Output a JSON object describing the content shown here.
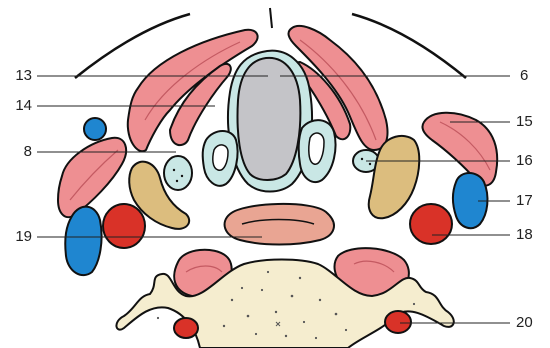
{
  "labels": {
    "l13": "13",
    "l14": "14",
    "l8": "8",
    "l19": "19",
    "l6": "6",
    "l15": "15",
    "l16": "16",
    "l17": "17",
    "l18": "18",
    "l20": "20"
  },
  "colors": {
    "muscle": "#ee8f92",
    "muscle_dark": "#c45a62",
    "cartilage": "#c9e7e5",
    "airway_lumen": "#c4c4c8",
    "thyroid": "#dcbd7e",
    "artery": "#d93228",
    "vein": "#1f86d0",
    "bone": "#f5edcf",
    "esophagus": "#e9a593",
    "outline": "#111111"
  }
}
